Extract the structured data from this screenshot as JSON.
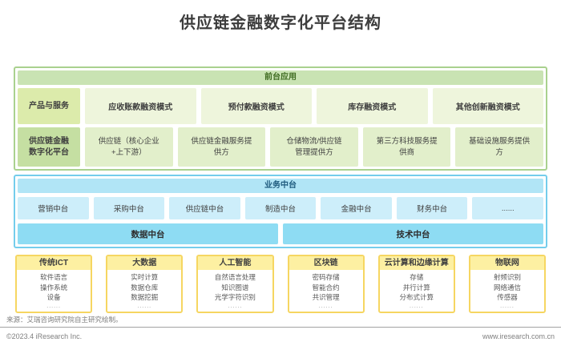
{
  "title": "供应链金融数字化平台结构",
  "front_section": {
    "header": "前台应用",
    "row1": {
      "label": "产品与服务",
      "items": [
        "应收账款融资模式",
        "预付款融资模式",
        "库存融资模式",
        "其他创新融资模式"
      ]
    },
    "row2": {
      "label_lines": [
        "供应链金融",
        "数字化平台"
      ],
      "items": [
        "供应链（核心企业+上下游）",
        "供应链金融服务提供方",
        "仓储物流/供应链管理提供方",
        "第三方科技服务提供商",
        "基础设施服务提供方"
      ]
    }
  },
  "middle_section": {
    "header": "业务中台",
    "items": [
      "营销中台",
      "采购中台",
      "供应链中台",
      "制造中台",
      "金融中台",
      "财务中台",
      "......"
    ],
    "wide_items": [
      "数据中台",
      "技术中台"
    ]
  },
  "tech_section": {
    "cards": [
      {
        "title": "传统ICT",
        "items": [
          "软件语言",
          "操作系统",
          "设备"
        ],
        "more": "......"
      },
      {
        "title": "大数据",
        "items": [
          "实时计算",
          "数据仓库",
          "数据挖掘"
        ],
        "more": "......"
      },
      {
        "title": "人工智能",
        "items": [
          "自然语言处理",
          "知识图谱",
          "光学字符识别"
        ],
        "more": "......"
      },
      {
        "title": "区块链",
        "items": [
          "密码存储",
          "智能合约",
          "共识管理"
        ],
        "more": "......"
      },
      {
        "title": "云计算和边缘计算",
        "items": [
          "存储",
          "并行计算",
          "分布式计算"
        ],
        "more": "......"
      },
      {
        "title": "物联网",
        "items": [
          "射频识别",
          "网络通信",
          "传感器"
        ],
        "more": "......"
      }
    ]
  },
  "footer": {
    "source": "来源：艾瑞咨询研究院自主研究绘制。",
    "copyright": "©2023.4 iResearch Inc.",
    "website": "www.iresearch.com.cn"
  },
  "colors": {
    "green-border": "#a9d18e",
    "green-header-bg": "#c9e3b3",
    "green-header-text": "#3f6c21",
    "label-row1-bg": "#dcebab",
    "label-row2-bg": "#c5dfa2",
    "row1-item-bg": "#eef5dc",
    "row2-item-bg": "#e2efcb",
    "blue-border": "#74cdec",
    "blue-header-bg": "#b1e5f6",
    "blue-header-text": "#1f5b7e",
    "blue-item-bg": "#cdeefa",
    "blue-wide-bg": "#8edcf3",
    "yellow-border": "#f6d661",
    "yellow-header-bg": "#fdf0a2",
    "text-dark": "#3f3f3f",
    "text-gray": "#595959",
    "footer-gray": "#7f7f7f"
  }
}
